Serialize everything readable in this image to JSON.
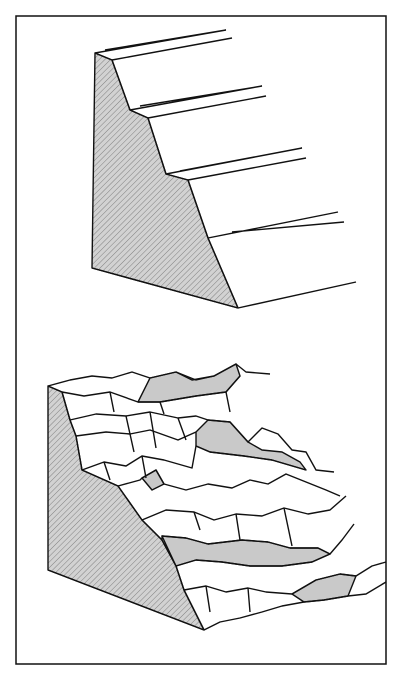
{
  "figure": {
    "panels": [
      {
        "id": "stepped-slope",
        "depicts": "regular-stepped-bench-slope"
      },
      {
        "id": "irregular-slope",
        "depicts": "irregular-fractured-rock-slope"
      }
    ],
    "colors": {
      "frame": "#111111",
      "line": "#111111",
      "hatch_fill": "#cfcfcf",
      "hatch_line": "#7a7a7a",
      "shaded_facet": "#c8c8c8",
      "background": "#ffffff"
    }
  }
}
